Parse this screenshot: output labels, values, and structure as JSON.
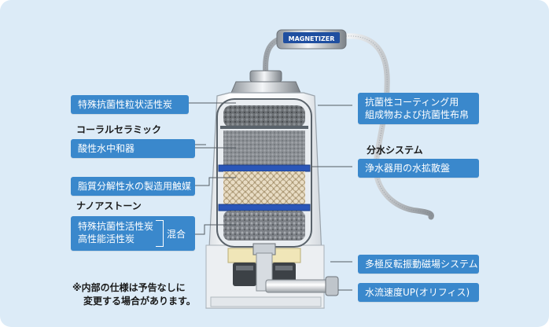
{
  "left_labels": {
    "tokushu_kokin": "特殊抗菌性粒状活性炭",
    "coral_heading": "コーラルセラミック",
    "sansei": "酸性水中和器",
    "shishitsu": "脂質分解性水の製造用触媒",
    "nano_heading": "ナノアストーン",
    "mix_line1": "特殊抗菌性活性炭",
    "mix_line2": "高性能活性炭",
    "mix_tag": "混合"
  },
  "right_labels": {
    "kokin_coating_line1": "抗菌性コーティング用",
    "kokin_coating_line2": "組成物および抗菌性布帛",
    "bunsui_heading": "分水システム",
    "josuiki": "浄水器用の水拡散盤",
    "takyoku": "多極反転振動磁場システム",
    "suiryu": "水流速度UP(オリフィス)"
  },
  "note": {
    "line1": "※内部の仕様は予告なしに",
    "line2": "変更する場合があります。"
  },
  "device": {
    "badge_text": "MAGNETIZER"
  },
  "colors": {
    "panel_bg": "#dcebf7",
    "label_bg": "#3a88cc",
    "label_text": "#ffffff",
    "disk_blue": "#2a56b8"
  }
}
